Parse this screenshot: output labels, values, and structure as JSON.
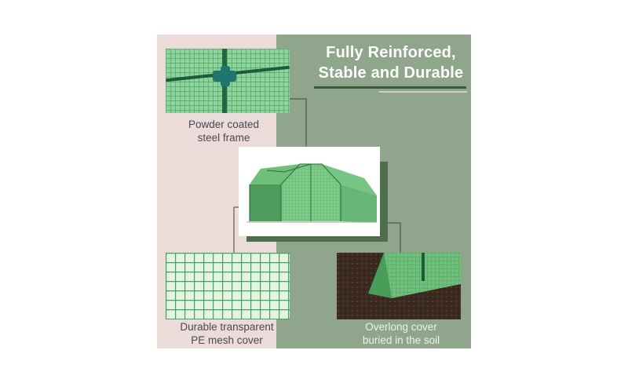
{
  "headline": {
    "line1": "Fully Reinforced,",
    "line2": "Stable and Durable"
  },
  "features": [
    {
      "caption_line1": "Powder coated",
      "caption_line2": "steel frame"
    },
    {
      "caption_line1": "Durable transparent",
      "caption_line2": "PE mesh cover"
    },
    {
      "caption_line1": "Overlong cover",
      "caption_line2": "buried in the soil"
    }
  ],
  "colors": {
    "pink_background": "#ecdcd9",
    "green_background": "#8fa58c",
    "accent_dark_green": "#3b5a3b",
    "mesh_green": "#3d9e5a"
  }
}
